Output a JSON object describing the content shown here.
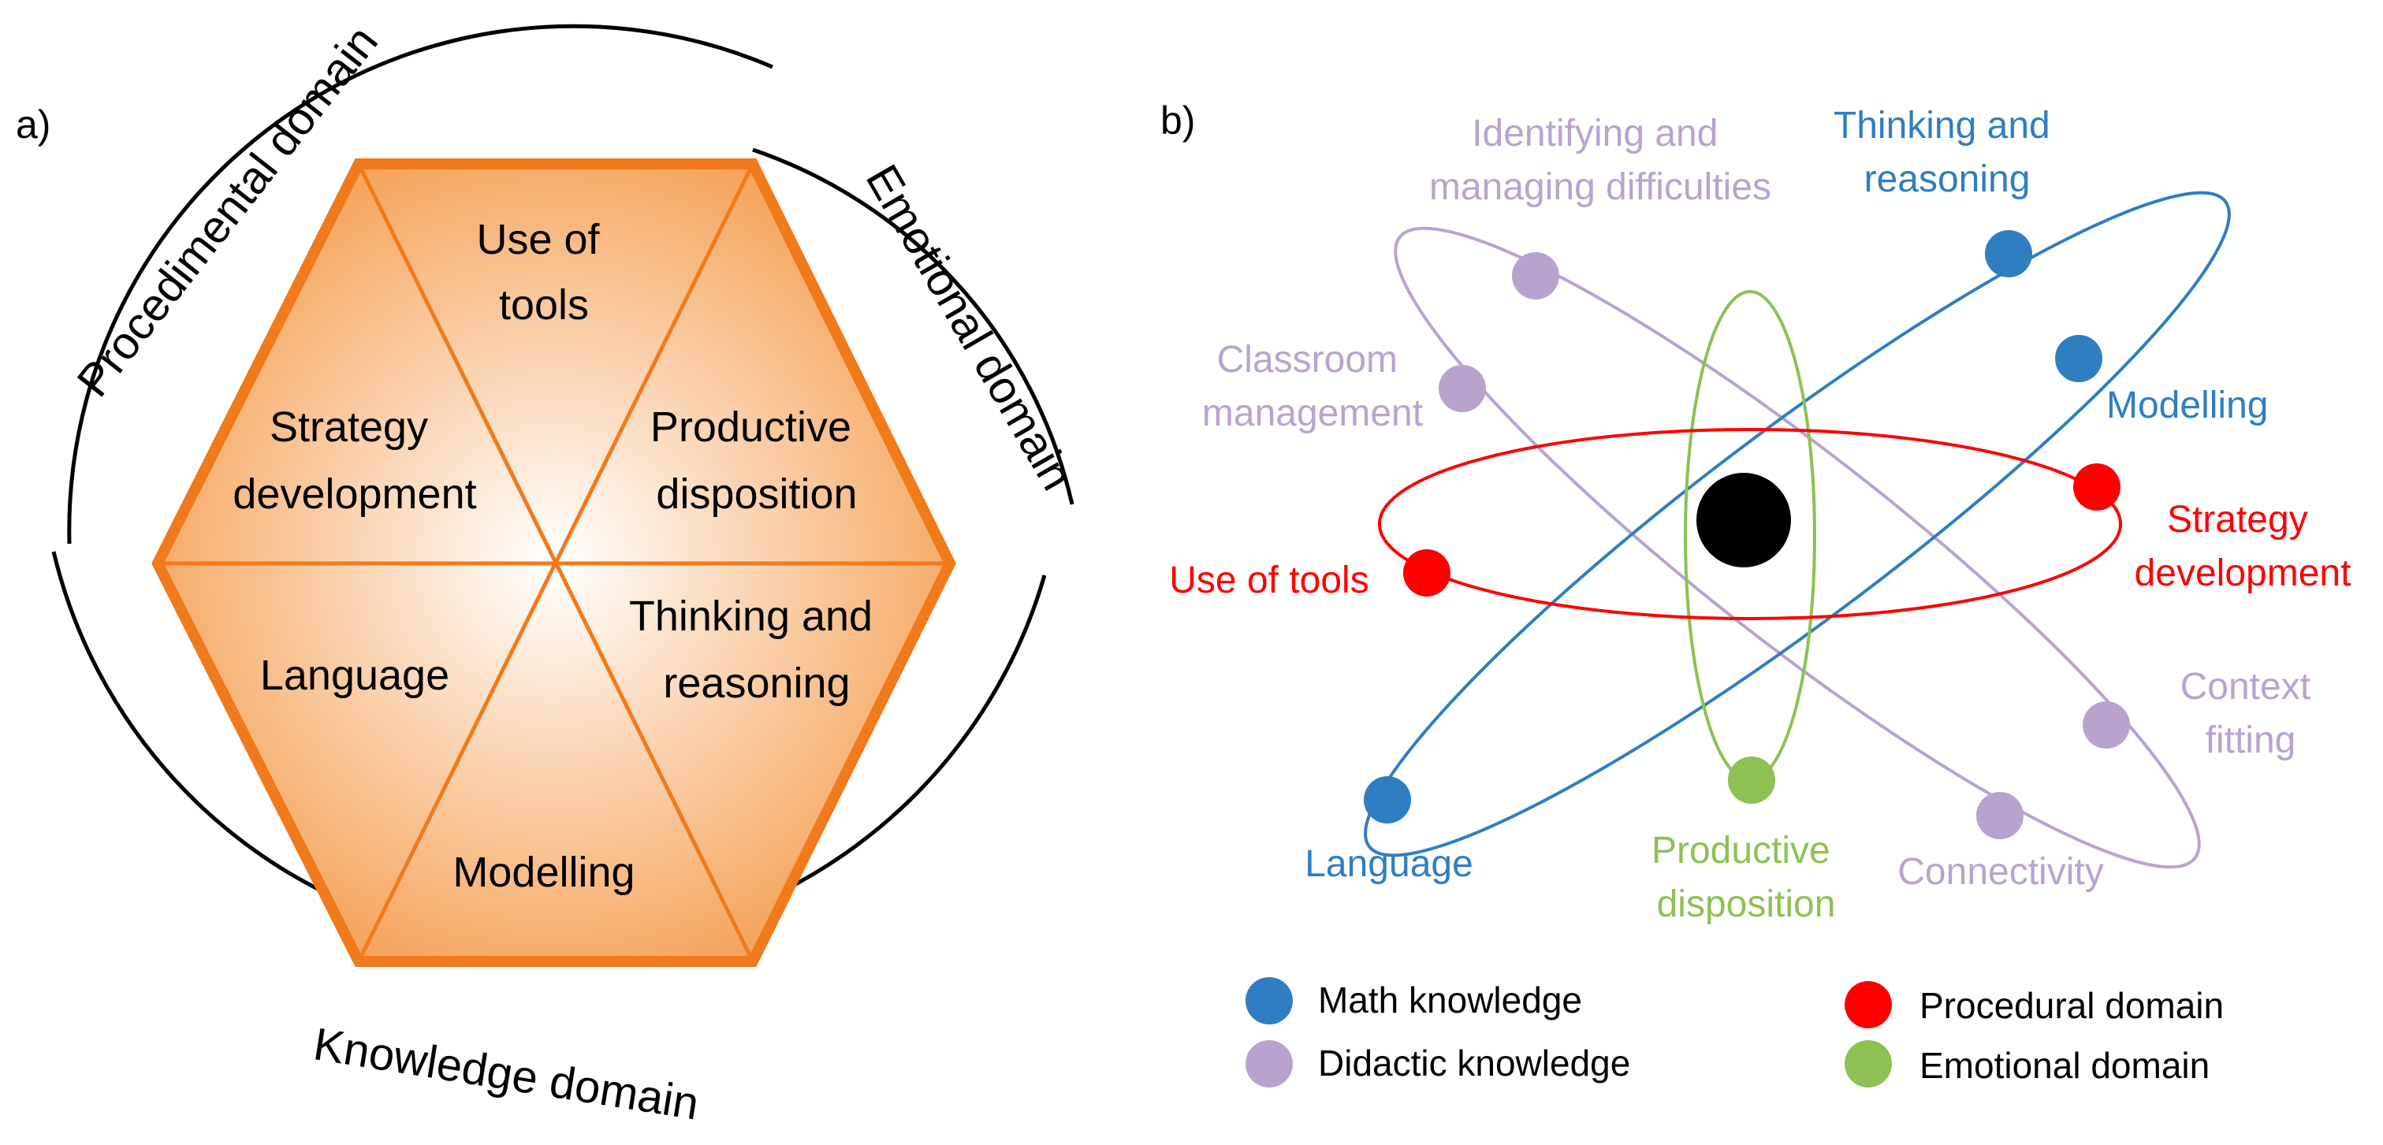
{
  "panel_a": {
    "label": "a)",
    "arc_labels": {
      "procedimental": "Procedimental domain",
      "emotional": "Emotional domain",
      "knowledge": "Knowledge domain"
    },
    "segments": {
      "use_of_tools": [
        "Use of",
        "tools"
      ],
      "strategy_development": [
        "Strategy",
        "development"
      ],
      "productive_disposition": [
        "Productive",
        "disposition"
      ],
      "language": [
        "Language"
      ],
      "thinking_reasoning": [
        "Thinking and",
        "reasoning"
      ],
      "modelling": [
        "Modelling"
      ]
    },
    "colors": {
      "hex_border": "#F07A1C",
      "hex_fill_edge": "#F4A460",
      "hex_fill_center": "#FFFFFF",
      "arc": "#000000"
    }
  },
  "panel_b": {
    "label": "b)",
    "nodes": {
      "identifying": [
        "Identifying and",
        "managing difficulties"
      ],
      "thinking": [
        "Thinking and",
        "reasoning"
      ],
      "classroom": [
        "Classroom",
        "management"
      ],
      "modelling": [
        "Modelling"
      ],
      "use_of_tools": [
        "Use of tools"
      ],
      "strategy": [
        "Strategy",
        "development"
      ],
      "context": [
        "Context",
        "fitting"
      ],
      "language": [
        "Language"
      ],
      "productive": [
        "Productive",
        "disposition"
      ],
      "connectivity": [
        "Connectivity"
      ]
    },
    "legend": {
      "math": "Math knowledge",
      "didactic": "Didactic knowledge",
      "procedural": "Procedural domain",
      "emotional": "Emotional domain"
    },
    "colors": {
      "math": "#2E7EC1",
      "didactic": "#B9A3CE",
      "procedural": "#FF0000",
      "emotional": "#8DC153",
      "nucleus": "#000000"
    }
  }
}
